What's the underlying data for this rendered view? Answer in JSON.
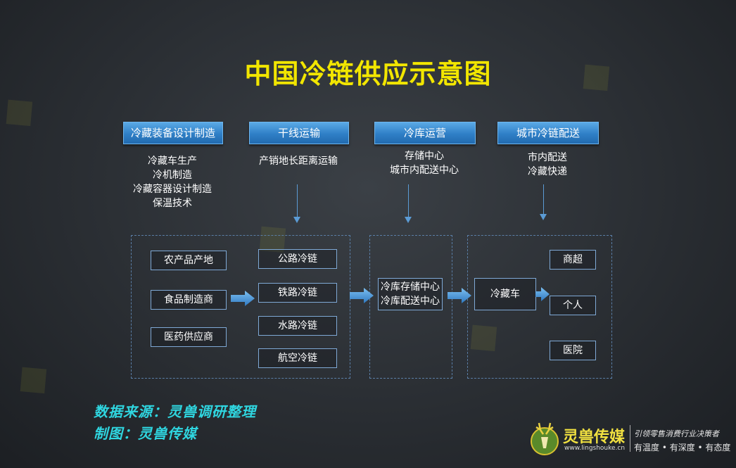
{
  "title": "中国冷链供应示意图",
  "columns": [
    {
      "header": "冷藏装备设计制造",
      "lines": [
        "冷藏车生产",
        "冷机制造",
        "冷藏容器设计制造",
        "保温技术"
      ]
    },
    {
      "header": "干线运输",
      "lines": [
        "产销地长距离运输"
      ]
    },
    {
      "header": "冷库运营",
      "lines": [
        "存储中心",
        "城市内配送中心"
      ]
    },
    {
      "header": "城市冷链配送",
      "lines": [
        "市内配送",
        "冷藏快递"
      ]
    }
  ],
  "sources": [
    "农产品产地",
    "食品制造商",
    "医药供应商"
  ],
  "transport": [
    "公路冷链",
    "铁路冷链",
    "水路冷链",
    "航空冷链"
  ],
  "warehouse": [
    "冷库存储中心",
    "冷库配送中心"
  ],
  "vehicle": "冷藏车",
  "destinations": [
    "商超",
    "个人",
    "医院"
  ],
  "footer": {
    "source": "数据来源：灵兽调研整理",
    "made_by": "制图：灵兽传媒"
  },
  "logo": {
    "name": "灵兽传媒",
    "url": "www.lingshouke.cn",
    "tagline": "引领零售消费行业决策者",
    "slogan": "有温度 • 有深度 • 有态度"
  },
  "colors": {
    "title": "#f2e600",
    "header_blue": "#2f7fc6",
    "arrow_blue": "#5b9bd5",
    "footer_cyan": "#2fd6e0"
  }
}
